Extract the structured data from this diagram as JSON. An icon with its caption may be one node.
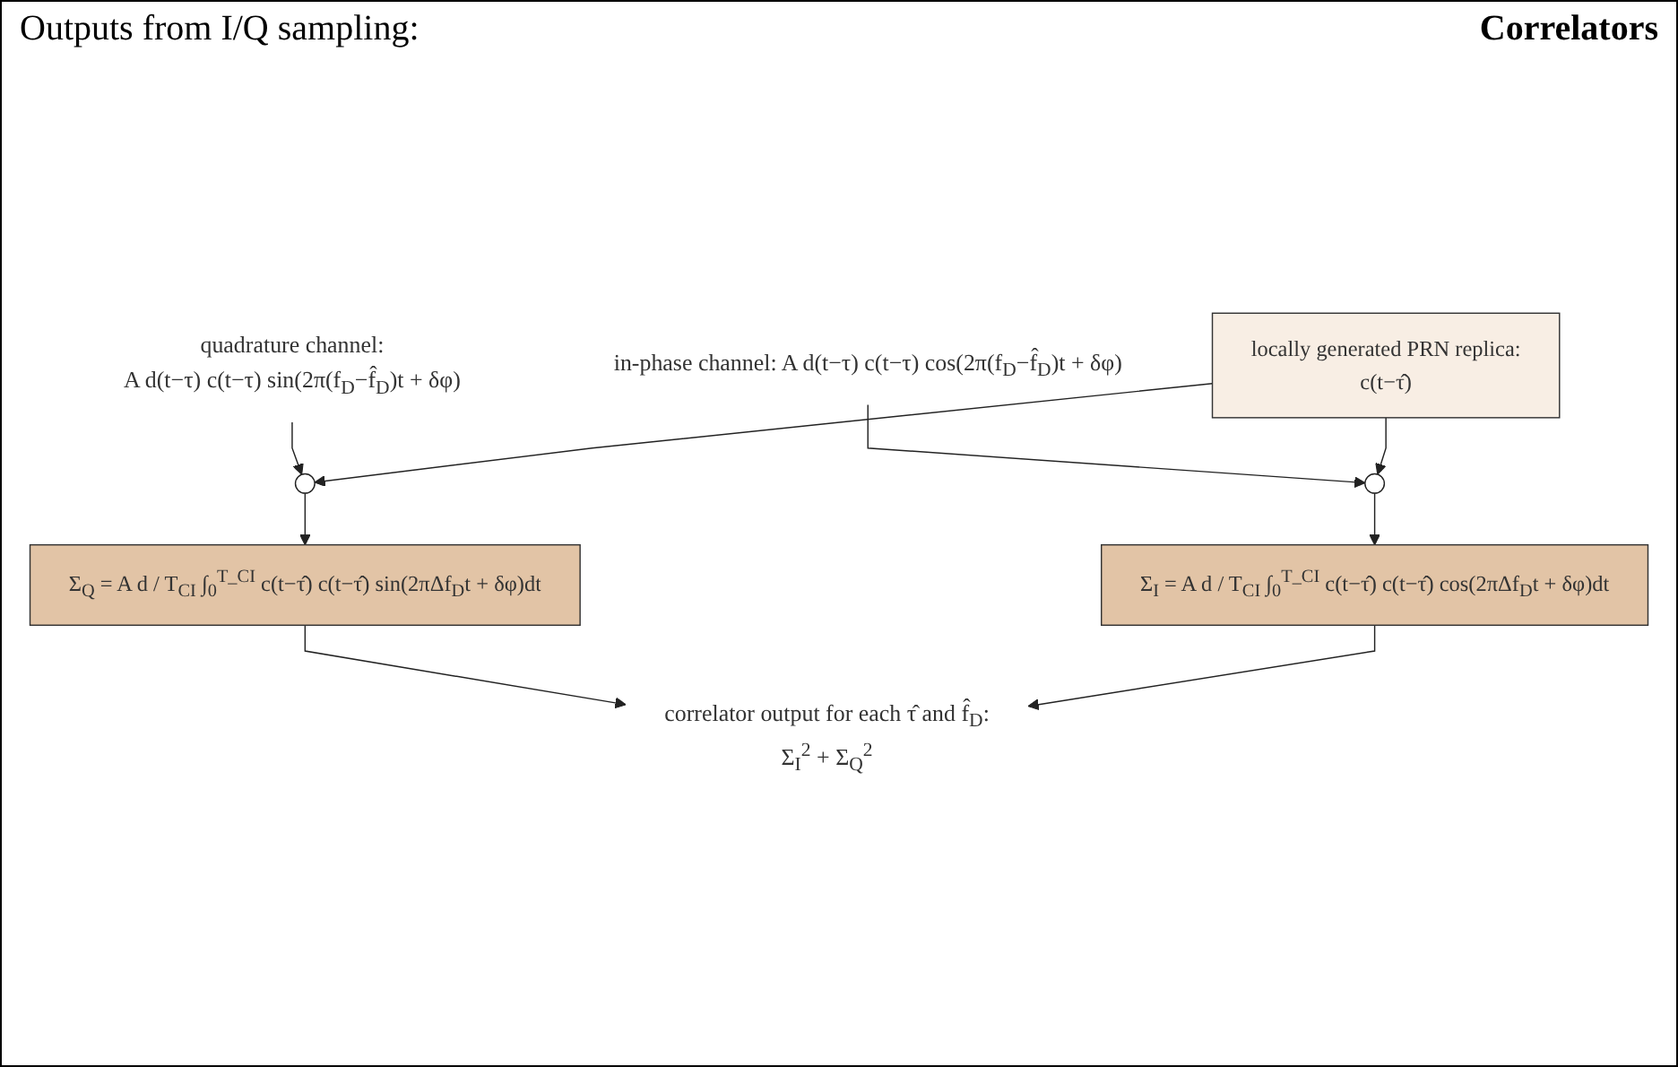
{
  "diagram": {
    "title": "Correlators",
    "nodes": [
      {
        "text": [
          "in-phase channel: A d(t−τ) c(t−τ) cos(2π(f$_{D}$−f̂$_{D}$)t + δφ)"
        ]
      },
      {
        "text": [
          "quadrature channel:",
          "A d(t−τ) c(t−τ) sin(2π(f$_{D}$−f̂$_{D}$)t + δφ)"
        ]
      },
      {
        "text": [],
        "shape": "circle"
      },
      {
        "text": [
          "locally generated PRN replica:",
          "c(t−τ̂)"
        ]
      },
      {
        "text": [],
        "shape": "circle"
      },
      {
        "text": [
          "Σ$_{Q}$ = A d / T$_{CI}$ ∫$_{0}$$^{T_CI}$ c(t−τ̂) c(t−τ̂) sin(2πΔf$_{D}$t + δφ)dt"
        ]
      },
      {
        "text": [
          "Σ$_{I}$ = A d / T$_{CI}$ ∫$_{0}$$^{T_CI}$ c(t−τ̂) c(t−τ̂) cos(2πΔf$_{D}$t + δφ)dt"
        ]
      },
      {
        "text": [
          "correlator output for each τ̂ and f̂$_{D}$:",
          "Σ$_{I}$$^{2}$ + Σ$_{Q}$$^{2}$"
        ]
      }
    ],
    "edges": [
      {
        "from": 0,
        "to": 4,
        "arrow": "to"
      },
      {
        "from": 1,
        "to": 2,
        "arrow": "to"
      },
      {
        "from": 3,
        "to": 2,
        "arrow": "to"
      },
      {
        "from": 3,
        "to": 4,
        "arrow": "to"
      },
      {
        "from": 2,
        "to": 5,
        "arrow": "to"
      },
      {
        "from": 4,
        "to": 6,
        "arrow": "to"
      },
      {
        "from": 5,
        "to": 7,
        "arrow": "to"
      },
      {
        "from": 6,
        "to": 7,
        "arrow": "to"
      }
    ],
    "labels": [
      "Outputs from I/Q sampling:"
    ]
  }
}
